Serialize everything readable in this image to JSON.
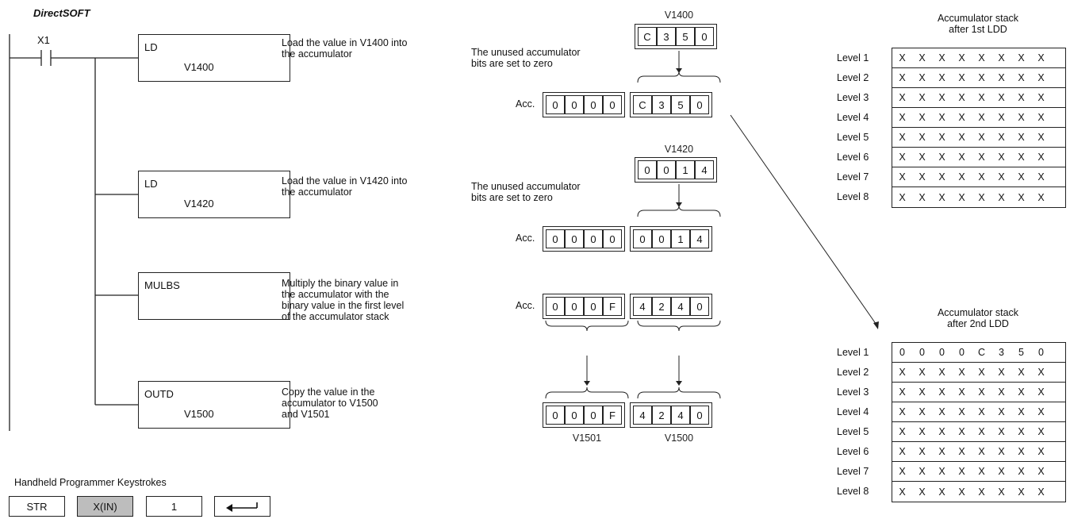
{
  "brand": "DirectSOFT",
  "contact": "X1",
  "rungs": [
    {
      "mnemonic": "LD",
      "operand": "V1400",
      "description": [
        "Load the value in V1400 into",
        "the accumulator"
      ]
    },
    {
      "mnemonic": "LD",
      "operand": "V1420",
      "description": [
        "Load the value in V1420 into",
        "the accumulator"
      ]
    },
    {
      "mnemonic": "MULBS",
      "operand": "",
      "description": [
        "Multiply the binary value in",
        "the accumulator with the",
        "binary value in the first level",
        "of the accumulator stack"
      ]
    },
    {
      "mnemonic": "OUTD",
      "operand": "V1500",
      "description": [
        "Copy the value in the",
        "accumulator to V1500",
        "and V1501"
      ]
    }
  ],
  "diagram": {
    "step1": {
      "reg_label": "V1400",
      "reg": [
        "C",
        "3",
        "5",
        "0"
      ],
      "note": [
        "The unused accumulator",
        "bits are set to zero"
      ],
      "acc_label": "Acc.",
      "acc_hi": [
        "0",
        "0",
        "0",
        "0"
      ],
      "acc_lo": [
        "C",
        "3",
        "5",
        "0"
      ]
    },
    "step2": {
      "reg_label": "V1420",
      "reg": [
        "0",
        "0",
        "1",
        "4"
      ],
      "note": [
        "The unused accumulator",
        "bits are set to zero"
      ],
      "acc_label": "Acc.",
      "acc_hi": [
        "0",
        "0",
        "0",
        "0"
      ],
      "acc_lo": [
        "0",
        "0",
        "1",
        "4"
      ]
    },
    "step3": {
      "acc_label": "Acc.",
      "acc_hi": [
        "0",
        "0",
        "0",
        "F"
      ],
      "acc_lo": [
        "4",
        "2",
        "4",
        "0"
      ]
    },
    "step4": {
      "hi": [
        "0",
        "0",
        "0",
        "F"
      ],
      "lo": [
        "4",
        "2",
        "4",
        "0"
      ],
      "hi_label": "V1501",
      "lo_label": "V1500"
    }
  },
  "stack1": {
    "title": [
      "Accumulator stack",
      "after 1st LDD"
    ],
    "levels": [
      "Level 1",
      "Level 2",
      "Level 3",
      "Level 4",
      "Level 5",
      "Level 6",
      "Level 7",
      "Level 8"
    ],
    "rows": [
      [
        "X",
        "X",
        "X",
        "X",
        "X",
        "X",
        "X",
        "X"
      ],
      [
        "X",
        "X",
        "X",
        "X",
        "X",
        "X",
        "X",
        "X"
      ],
      [
        "X",
        "X",
        "X",
        "X",
        "X",
        "X",
        "X",
        "X"
      ],
      [
        "X",
        "X",
        "X",
        "X",
        "X",
        "X",
        "X",
        "X"
      ],
      [
        "X",
        "X",
        "X",
        "X",
        "X",
        "X",
        "X",
        "X"
      ],
      [
        "X",
        "X",
        "X",
        "X",
        "X",
        "X",
        "X",
        "X"
      ],
      [
        "X",
        "X",
        "X",
        "X",
        "X",
        "X",
        "X",
        "X"
      ],
      [
        "X",
        "X",
        "X",
        "X",
        "X",
        "X",
        "X",
        "X"
      ]
    ]
  },
  "stack2": {
    "title": [
      "Accumulator stack",
      "after 2nd LDD"
    ],
    "levels": [
      "Level 1",
      "Level 2",
      "Level 3",
      "Level 4",
      "Level 5",
      "Level 6",
      "Level 7",
      "Level 8"
    ],
    "rows": [
      [
        "0",
        "0",
        "0",
        "0",
        "C",
        "3",
        "5",
        "0"
      ],
      [
        "X",
        "X",
        "X",
        "X",
        "X",
        "X",
        "X",
        "X"
      ],
      [
        "X",
        "X",
        "X",
        "X",
        "X",
        "X",
        "X",
        "X"
      ],
      [
        "X",
        "X",
        "X",
        "X",
        "X",
        "X",
        "X",
        "X"
      ],
      [
        "X",
        "X",
        "X",
        "X",
        "X",
        "X",
        "X",
        "X"
      ],
      [
        "X",
        "X",
        "X",
        "X",
        "X",
        "X",
        "X",
        "X"
      ],
      [
        "X",
        "X",
        "X",
        "X",
        "X",
        "X",
        "X",
        "X"
      ],
      [
        "X",
        "X",
        "X",
        "X",
        "X",
        "X",
        "X",
        "X"
      ]
    ]
  },
  "handheld": {
    "title": "Handheld Programmer Keystrokes",
    "keys": [
      {
        "label": "STR",
        "shaded": false
      },
      {
        "label": "X(IN)",
        "shaded": true
      },
      {
        "label": "1",
        "shaded": false
      },
      {
        "label": "",
        "icon": "enter-arrow-icon",
        "shaded": false
      }
    ]
  }
}
